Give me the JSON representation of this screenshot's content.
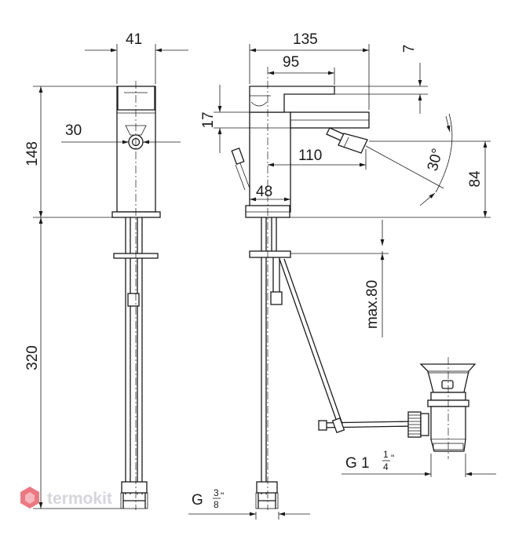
{
  "dimensions": {
    "width_41": "41",
    "width_30": "30",
    "height_148": "148",
    "length_320": "320",
    "width_135": "135",
    "width_95": "95",
    "gap_7": "7",
    "height_17": "17",
    "reach_110": "110",
    "angle_30": "30°",
    "height_84": "84",
    "base_48": "48",
    "max_80": "max.80"
  },
  "connections": {
    "hose_thread_prefix": "G",
    "hose_thread_num": "3",
    "hose_thread_den": "8",
    "hose_thread_unit": "\"",
    "waste_thread_prefix": "G 1",
    "waste_thread_num": "1",
    "waste_thread_den": "4",
    "waste_thread_unit": "\""
  },
  "watermark": {
    "brand": "termokit",
    "color": "#e84c57"
  }
}
